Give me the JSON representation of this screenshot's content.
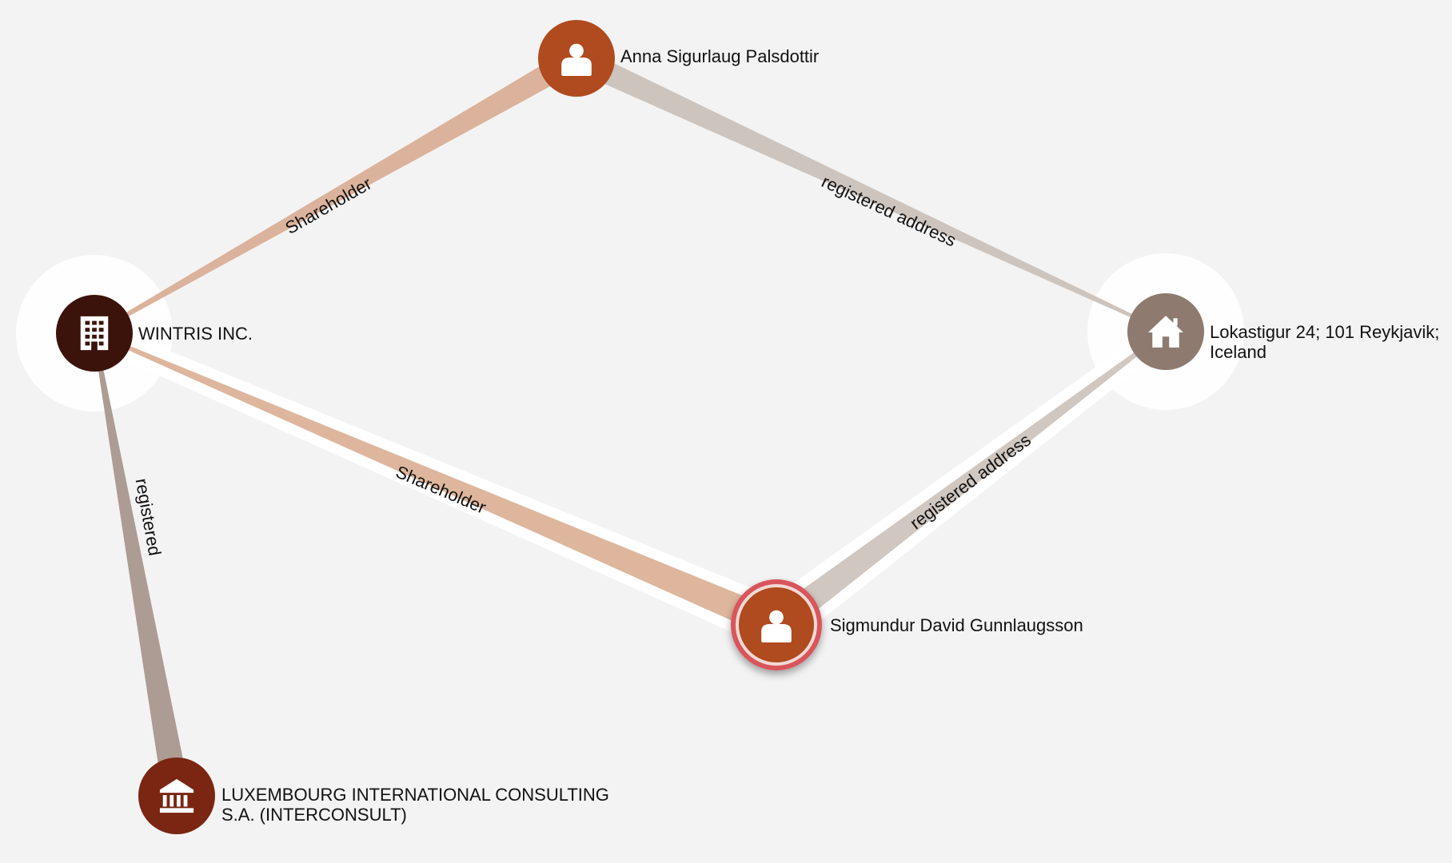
{
  "nodes": [
    {
      "id": "anna",
      "icon": "person-icon",
      "color": "#b04a1f",
      "label_lines": [
        "Anna Sigurlaug Palsdottir"
      ]
    },
    {
      "id": "wintris",
      "icon": "building-icon",
      "color": "#3b130a",
      "label_lines": [
        "WINTRIS INC."
      ]
    },
    {
      "id": "address",
      "icon": "house-icon",
      "color": "#8e7a6f",
      "label_lines": [
        "Lokastigur 24; 101 Reykjavik;",
        "Iceland"
      ]
    },
    {
      "id": "sigmundur",
      "icon": "person-icon",
      "color": "#b04a1f",
      "label_lines": [
        "Sigmundur David Gunnlaugsson"
      ]
    },
    {
      "id": "luxembourg",
      "icon": "bank-icon",
      "color": "#7a2612",
      "label_lines": [
        "LUXEMBOURG INTERNATIONAL CONSULTING",
        "S.A. (INTERCONSULT)"
      ]
    }
  ],
  "edges": [
    {
      "source": "wintris",
      "target": "anna",
      "label": "Shareholder",
      "color": "#dbb29b"
    },
    {
      "source": "anna",
      "target": "address",
      "label": "registered address",
      "color": "#cdc4be"
    },
    {
      "source": "wintris",
      "target": "sigmundur",
      "label": "Shareholder",
      "color": "#ddb69d"
    },
    {
      "source": "sigmundur",
      "target": "address",
      "label": "registered address",
      "color": "#d0c7c1"
    },
    {
      "source": "wintris",
      "target": "luxembourg",
      "label": "registered",
      "color": "#ad9c93"
    }
  ]
}
